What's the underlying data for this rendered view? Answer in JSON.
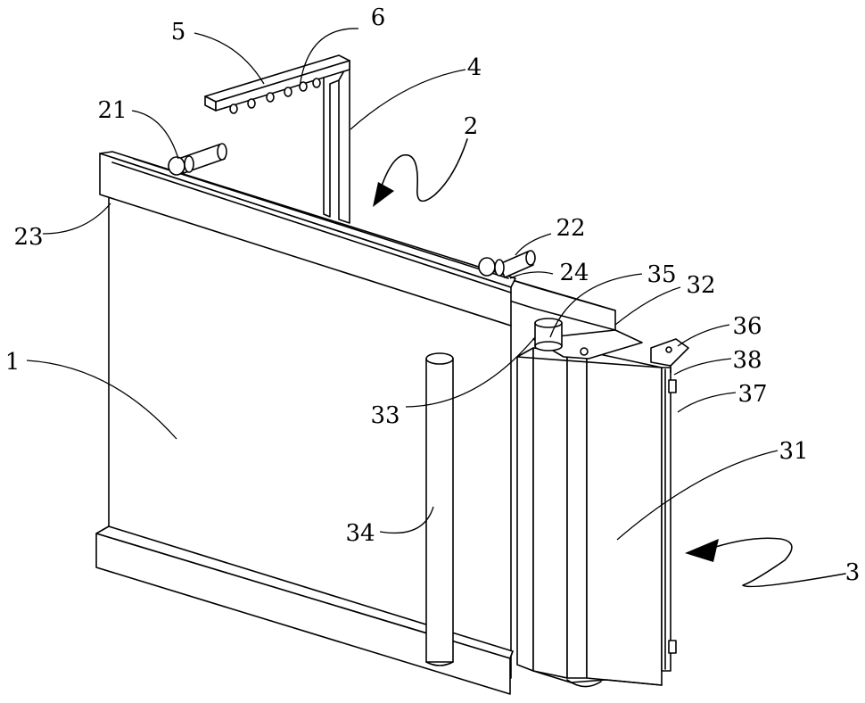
{
  "figure": {
    "labels": {
      "l1": "1",
      "l2": "2",
      "l3": "3",
      "l4": "4",
      "l5": "5",
      "l6": "6",
      "l21": "21",
      "l22": "22",
      "l23": "23",
      "l24": "24",
      "l31": "31",
      "l32": "32",
      "l33": "33",
      "l34": "34",
      "l35": "35",
      "l36": "36",
      "l37": "37",
      "l38": "38"
    }
  }
}
